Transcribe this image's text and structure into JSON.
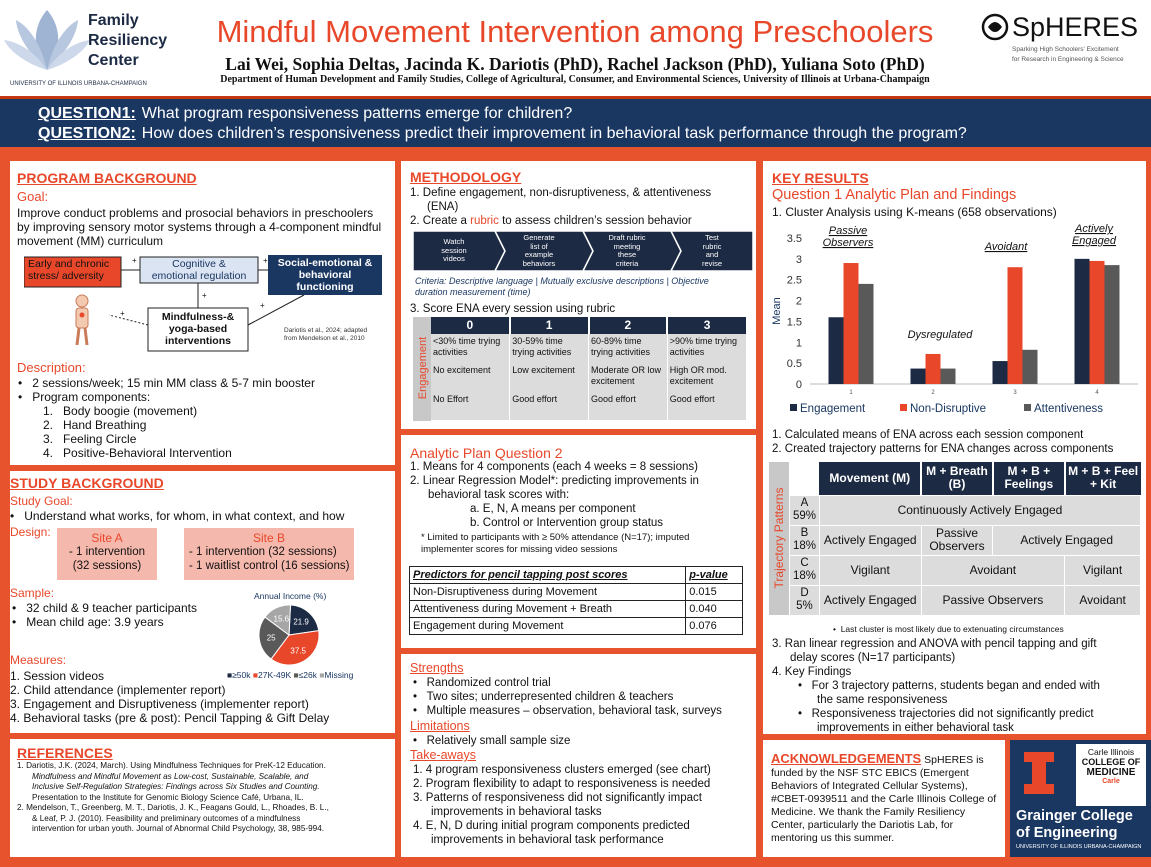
{
  "header": {
    "logo_left": {
      "line1": "Family",
      "line2": "Resiliency",
      "line3": "Center",
      "sub": "UNIVERSITY OF ILLINOIS URBANA-CHAMPAIGN"
    },
    "title": "Mindful Movement Intervention among Preschoolers",
    "authors": "Lai Wei, Sophia Deltas, Jacinda K. Dariotis (PhD), Rachel Jackson (PhD), Yuliana Soto (PhD)",
    "department": "Department of Human Development and Family Studies, College of Agricultural, Consumer, and Environmental Sciences, University of Illinois at Urbana-Champaign",
    "logo_right": {
      "name": "SpHERES",
      "tagline1": "Sparking High Schoolers' Excitement",
      "tagline2": "for Research in Engineering & Science"
    }
  },
  "questions": [
    {
      "label": "QUESTION1:",
      "text": "What program responsiveness patterns emerge for children?"
    },
    {
      "label": "QUESTION2:",
      "text": "How does children’s responsiveness predict their improvement in behavioral task performance through the program?"
    }
  ],
  "program_background": {
    "heading": "PROGRAM BACKGROUND",
    "goal_label": "Goal:",
    "goal_lines": [
      "Improve conduct problems and prosocial behaviors in preschoolers",
      "by improving sensory motor systems through a 4-component mindful",
      "movement (MM) curriculum"
    ],
    "diagram": {
      "box1": [
        "Early and chronic",
        "stress/ adversity"
      ],
      "box2": [
        "Cognitive &",
        "emotional regulation"
      ],
      "box3": [
        "Social-emotional &",
        "behavioral",
        "functioning"
      ],
      "box4": [
        "Mindfulness-&",
        "yoga-based",
        "interventions"
      ],
      "source": [
        "Dariotis et al., 2024; adapted",
        "from Mendelson et al., 2010"
      ],
      "plus_signs": [
        "+",
        "+",
        "+",
        "+",
        "+"
      ]
    },
    "description_label": "Description:",
    "bullets": [
      "2 sessions/week; 15 min MM class & 5-7 min booster",
      "Program components:"
    ],
    "components": [
      "Body boogie (movement)",
      "Hand Breathing",
      "Feeling Circle",
      "Positive-Behavioral Intervention"
    ]
  },
  "study_background": {
    "heading": "STUDY BACKGROUND",
    "goal_label": "Study Goal:",
    "goal": "Understand what works, for whom, in what context, and how",
    "design_label": "Design:",
    "site_a": {
      "title": "Site A",
      "line1": "- 1 intervention",
      "line2": "(32 sessions)"
    },
    "site_b": {
      "title": "Site B",
      "line1": "-    1 intervention (32 sessions)",
      "line2": "-    1 waitlist control (16 sessions)"
    },
    "sample_label": "Sample:",
    "sample": [
      "32 child & 9 teacher participants",
      "Mean child age: 3.9 years"
    ],
    "measures_label": "Measures:",
    "measures": [
      "1. Session videos",
      "2. Child attendance (implementer report)",
      "3. Engagement and Disruptiveness (implementer report)",
      "4. Behavioral tasks (pre & post): Pencil Tapping & Gift Delay"
    ]
  },
  "chart_data": [
    {
      "type": "pie",
      "title": "Annual Income (%)",
      "categories": [
        "≥50k",
        "27K-49K",
        "≤26k",
        "Missing"
      ],
      "values": [
        21.9,
        37.5,
        25,
        15.6
      ],
      "colors": [
        "#1c2a44",
        "#e8472a",
        "#595959",
        "#a6a6a6"
      ],
      "legend": "bottom"
    },
    {
      "type": "bar",
      "categories": [
        "1",
        "2",
        "3",
        "4"
      ],
      "cluster_labels": [
        "Passive Observers",
        "Dysregulated",
        "Avoidant",
        "Actively Engaged"
      ],
      "series": [
        {
          "name": "Engagement",
          "values": [
            1.6,
            0.37,
            0.55,
            3.0
          ],
          "color": "#1c2a44"
        },
        {
          "name": "Non-Disruptive",
          "values": [
            2.9,
            0.72,
            2.8,
            2.95
          ],
          "color": "#e8472a"
        },
        {
          "name": "Attentiveness",
          "values": [
            2.4,
            0.37,
            0.82,
            2.85
          ],
          "color": "#595959"
        }
      ],
      "ylabel": "Mean",
      "ylim": [
        0,
        3.5
      ],
      "yticks": [
        "0",
        "0.5",
        "1",
        "1.5",
        "2",
        "2.5",
        "3",
        "3.5"
      ],
      "legend": "bottom",
      "grid": false
    }
  ],
  "methodology": {
    "heading": "METHODOLOGY",
    "steps": [
      "1.   Define engagement, non-disruptiveness, & attentiveness",
      "(ENA)",
      "2.   Create a",
      "rubric",
      "to assess children’s session behavior"
    ],
    "arrows": [
      [
        "Watch",
        "session",
        "videos"
      ],
      [
        "Generate",
        "list of",
        "example",
        "behaviors"
      ],
      [
        "Draft rubric",
        "meeting",
        "these",
        "criteria"
      ],
      [
        "Test",
        "rubric",
        "and",
        "revise"
      ]
    ],
    "criteria": [
      "Criteria:  Descriptive language | Mutually exclusive descriptions | Objective",
      "duration measurement (time)"
    ],
    "step3": "3.   Score ENA every session using rubric",
    "rubric_cols": [
      "0",
      "1",
      "2",
      "3"
    ],
    "rubric_side": "Engagement",
    "rubric_rows": [
      [
        "<30% time trying activities",
        "30-59% time trying activities",
        "60-89% time trying activities",
        ">90% time trying activities"
      ],
      [
        "No excitement",
        "Low excitement",
        "Moderate OR low excitement",
        "High OR mod. excitement"
      ],
      [
        "No Effort",
        "Good effort",
        "Good effort",
        "Good effort"
      ]
    ]
  },
  "analytic_q2": {
    "heading": "Analytic Plan Question 2",
    "items": [
      "1.   Means for 4 components (each 4 weeks = 8 sessions)",
      "2.   Linear Regression Model*: predicting improvements in",
      "behavioral task scores with:"
    ],
    "sub": [
      "a.   E, N, A means per component",
      "b.   Control or Intervention group status"
    ],
    "note": [
      "* Limited to participants with ≥ 50% attendance (N=17); imputed",
      "implementer scores for missing video sessions"
    ],
    "table_header": [
      "Predictors for pencil tapping post scores",
      "p-value"
    ],
    "table_rows": [
      [
        "Non-Disruptiveness during Movement",
        "0.015"
      ],
      [
        "Attentiveness during Movement + Breath",
        "0.040"
      ],
      [
        "Engagement during Movement",
        "0.076"
      ]
    ]
  },
  "strengths": {
    "heading": "Strengths",
    "items": [
      "Randomized control trial",
      "Two sites; underrepresented children & teachers",
      "Multiple measures – observation, behavioral task, surveys"
    ],
    "limitations_heading": "Limitations",
    "limitations": [
      "Relatively small sample size"
    ],
    "takeaways_heading": "Take-aways",
    "takeaways": [
      "1.   4 program responsiveness clusters emerged (see chart)",
      "2.   Program flexibility to adapt to responsiveness is needed",
      "3.   Patterns of responsiveness did not significantly impact",
      "improvements in behavioral tasks",
      "4.   E, N, D during initial program components predicted",
      "improvements in behavioral task performance"
    ]
  },
  "references": {
    "heading": "REFERENCES",
    "items": [
      [
        "1.   Dariotis, J.K. (2024, March). Using Mindfulness Techniques for PreK-12 Education.",
        "Mindfulness and Mindful Movement as Low-cost, Sustainable, Scalable, and",
        "Inclusive Self-Regulation Strategies: Findings across Six Studies and Counting.",
        "Presentation to the Institute for Genomic Biology Science Café, Urbana, IL."
      ],
      [
        "2.   Mendelson, T., Greenberg, M. T., Dariotis, J. K., Feagans Gould, L., Rhoades, B. L.,",
        "& Leaf, P. J. (2010). Feasibility and preliminary outcomes of a mindfulness",
        "intervention for urban youth. Journal of Abnormal Child Psychology, 38, 985-994."
      ]
    ]
  },
  "key_results": {
    "heading": "KEY RESULTS",
    "subheading": "Question 1 Analytic Plan and Findings",
    "item1": "1.   Cluster Analysis using K-means (658 observations)",
    "after_chart": [
      "1.   Calculated means of ENA across each session component",
      "2.   Created trajectory patterns for ENA changes across components"
    ],
    "traj_header": [
      "Movement (M)",
      "M + Breath (B)",
      "M + B + Feelings",
      "M + B + Feel + Kit"
    ],
    "traj_side": "Trajectory Patterns",
    "traj_rows": [
      {
        "label": "A",
        "pct": "59%",
        "cells": [
          "Continuously Actively Engaged"
        ]
      },
      {
        "label": "B",
        "pct": "18%",
        "cells": [
          "Actively Engaged",
          "Passive Observers",
          "Actively Engaged"
        ]
      },
      {
        "label": "C",
        "pct": "18%",
        "cells": [
          "Vigilant",
          "Avoidant",
          "Vigilant"
        ]
      },
      {
        "label": "D",
        "pct": "5%",
        "cells": [
          "Actively Engaged",
          "Passive Observers",
          "Avoidant"
        ]
      }
    ],
    "traj_note": "Last cluster is most likely due to extenuating circumstances",
    "items": [
      "3.   Ran linear regression and ANOVA with pencil tapping and gift",
      "delay scores (N=17 participants)",
      "4.   Key Findings"
    ],
    "findings": [
      "For 3 trajectory patterns, students began and ended with",
      "the same responsiveness",
      "Responsiveness trajectories did not significantly predict",
      "improvements in either behavioral task"
    ]
  },
  "acknowledgements": {
    "heading": "ACKNOWLEDGEMENTS",
    "lines": [
      "SpHERES is",
      "funded by the NSF STC EBICS (Emergent",
      "Behaviors of Integrated Cellular Systems),",
      "#CBET-0939511 and the Carle Illinois College of",
      "Medicine. We thank the Family Resiliency",
      "Center, particularly the Dariotis Lab, for",
      "mentoring us this summer."
    ],
    "carle": [
      "Carle Illinois",
      "COLLEGE OF",
      "MEDICINE",
      "Carle"
    ],
    "grainger": [
      "Grainger College",
      "of Engineering",
      "UNIVERSITY OF ILLINOIS URBANA-CHAMPAIGN"
    ],
    "colors": {
      "orange": "#e8472a",
      "navy": "#1a3762"
    }
  }
}
